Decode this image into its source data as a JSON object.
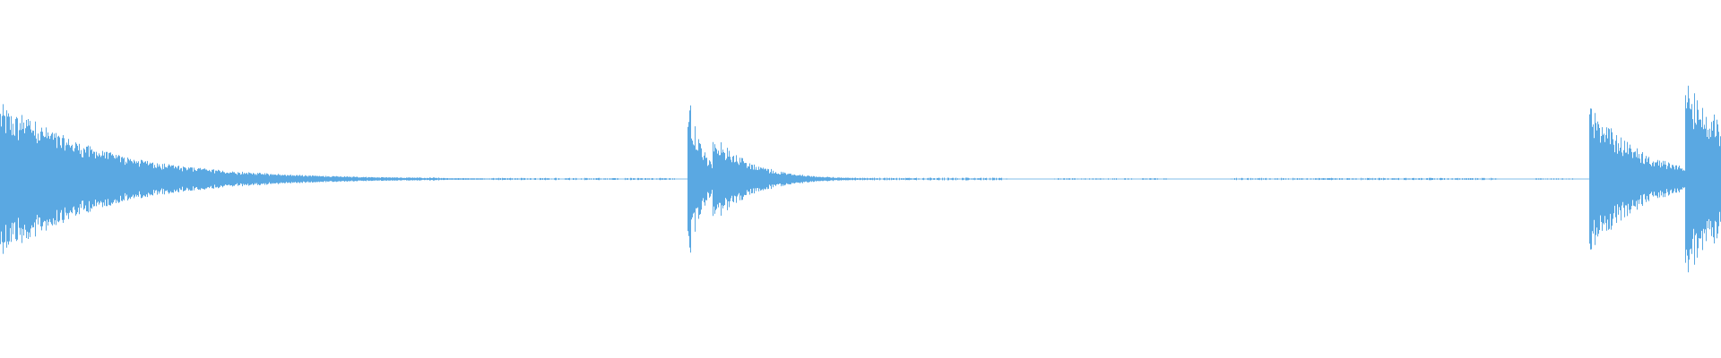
{
  "waveform": {
    "color": "#5aa8e2",
    "background": "#ffffff",
    "amplitude_scale": 1.0,
    "bursts": [
      {
        "t": 0.0,
        "peak": 0.43,
        "decay": 0.06
      },
      {
        "t": 0.011,
        "peak": 0.39,
        "decay": 0.055
      },
      {
        "t": 0.069,
        "peak": 0.1,
        "decay": 0.03
      },
      {
        "t": 0.399,
        "peak": 0.55,
        "decay": 0.008
      },
      {
        "t": 0.414,
        "peak": 0.26,
        "decay": 0.022
      },
      {
        "t": 0.923,
        "peak": 0.44,
        "decay": 0.03
      },
      {
        "t": 0.979,
        "peak": 0.55,
        "decay": 0.04
      }
    ],
    "quiet_segments": [
      {
        "start": 0.09,
        "end": 0.255,
        "level": 0.006
      },
      {
        "start": 0.285,
        "end": 0.392,
        "level": 0.004
      },
      {
        "start": 0.44,
        "end": 0.585,
        "level": 0.005
      },
      {
        "start": 0.61,
        "end": 0.68,
        "level": 0.003
      },
      {
        "start": 0.715,
        "end": 0.87,
        "level": 0.004
      },
      {
        "start": 0.89,
        "end": 0.915,
        "level": 0.003
      }
    ]
  }
}
